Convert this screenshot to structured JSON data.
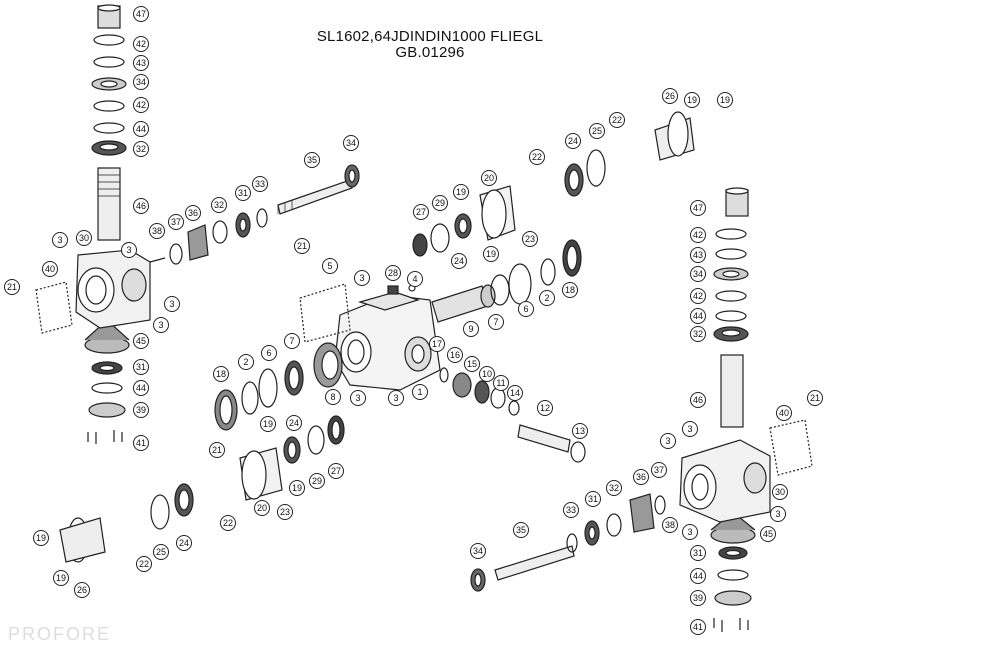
{
  "title_line1": "SL1602,64JDINDIN1000 FLIEGL",
  "title_line2": "GB.01296",
  "watermark": "PROFORE",
  "ink_color": "#222222",
  "callouts": [
    {
      "id": "c1",
      "label": "47"
    },
    {
      "id": "c2",
      "label": "42"
    },
    {
      "id": "c3",
      "label": "43"
    },
    {
      "id": "c4",
      "label": "34"
    },
    {
      "id": "c5",
      "label": "42"
    },
    {
      "id": "c6",
      "label": "44"
    },
    {
      "id": "c7",
      "label": "32"
    },
    {
      "id": "c8",
      "label": "46"
    },
    {
      "id": "c9",
      "label": "3"
    },
    {
      "id": "c10",
      "label": "30"
    },
    {
      "id": "c11",
      "label": "3"
    },
    {
      "id": "c12",
      "label": "40"
    },
    {
      "id": "c13",
      "label": "21"
    },
    {
      "id": "c14",
      "label": "3"
    },
    {
      "id": "c15",
      "label": "3"
    },
    {
      "id": "c16",
      "label": "45"
    },
    {
      "id": "c17",
      "label": "31"
    },
    {
      "id": "c18",
      "label": "44"
    },
    {
      "id": "c19",
      "label": "39"
    },
    {
      "id": "c20",
      "label": "41"
    },
    {
      "id": "c21",
      "label": "38"
    },
    {
      "id": "c22",
      "label": "37"
    },
    {
      "id": "c23",
      "label": "36"
    },
    {
      "id": "c24",
      "label": "32"
    },
    {
      "id": "c25",
      "label": "31"
    },
    {
      "id": "c26",
      "label": "33"
    },
    {
      "id": "c27",
      "label": "35"
    },
    {
      "id": "c28",
      "label": "34"
    },
    {
      "id": "c29",
      "label": "21"
    },
    {
      "id": "c30",
      "label": "5"
    },
    {
      "id": "c31",
      "label": "3"
    },
    {
      "id": "c32",
      "label": "28"
    },
    {
      "id": "c33",
      "label": "4"
    },
    {
      "id": "c34",
      "label": "27"
    },
    {
      "id": "c35",
      "label": "29"
    },
    {
      "id": "c36",
      "label": "19"
    },
    {
      "id": "c37",
      "label": "24"
    },
    {
      "id": "c38",
      "label": "20"
    },
    {
      "id": "c39",
      "label": "19"
    },
    {
      "id": "c40",
      "label": "22"
    },
    {
      "id": "c41",
      "label": "23"
    },
    {
      "id": "c42",
      "label": "24"
    },
    {
      "id": "c43",
      "label": "25"
    },
    {
      "id": "c44",
      "label": "22"
    },
    {
      "id": "c45",
      "label": "26"
    },
    {
      "id": "c46",
      "label": "19"
    },
    {
      "id": "c47",
      "label": "19"
    },
    {
      "id": "c48",
      "label": "7"
    },
    {
      "id": "c49",
      "label": "6"
    },
    {
      "id": "c50",
      "label": "2"
    },
    {
      "id": "c51",
      "label": "18"
    },
    {
      "id": "c52",
      "label": "9"
    },
    {
      "id": "c53",
      "label": "18"
    },
    {
      "id": "c54",
      "label": "2"
    },
    {
      "id": "c55",
      "label": "6"
    },
    {
      "id": "c56",
      "label": "7"
    },
    {
      "id": "c57",
      "label": "8"
    },
    {
      "id": "c58",
      "label": "3"
    },
    {
      "id": "c59",
      "label": "3"
    },
    {
      "id": "c60",
      "label": "1"
    },
    {
      "id": "c61",
      "label": "17"
    },
    {
      "id": "c62",
      "label": "16"
    },
    {
      "id": "c63",
      "label": "15"
    },
    {
      "id": "c64",
      "label": "10"
    },
    {
      "id": "c65",
      "label": "11"
    },
    {
      "id": "c66",
      "label": "14"
    },
    {
      "id": "c67",
      "label": "12"
    },
    {
      "id": "c68",
      "label": "13"
    },
    {
      "id": "c69",
      "label": "19"
    },
    {
      "id": "c70",
      "label": "24"
    },
    {
      "id": "c71",
      "label": "29"
    },
    {
      "id": "c72",
      "label": "27"
    },
    {
      "id": "c73",
      "label": "21"
    },
    {
      "id": "c74",
      "label": "20"
    },
    {
      "id": "c75",
      "label": "19"
    },
    {
      "id": "c76",
      "label": "23"
    },
    {
      "id": "c77",
      "label": "22"
    },
    {
      "id": "c78",
      "label": "25"
    },
    {
      "id": "c79",
      "label": "24"
    },
    {
      "id": "c80",
      "label": "22"
    },
    {
      "id": "c81",
      "label": "19"
    },
    {
      "id": "c82",
      "label": "19"
    },
    {
      "id": "c83",
      "label": "26"
    },
    {
      "id": "c84",
      "label": "47"
    },
    {
      "id": "c85",
      "label": "42"
    },
    {
      "id": "c86",
      "label": "43"
    },
    {
      "id": "c87",
      "label": "34"
    },
    {
      "id": "c88",
      "label": "42"
    },
    {
      "id": "c89",
      "label": "44"
    },
    {
      "id": "c90",
      "label": "32"
    },
    {
      "id": "c91",
      "label": "46"
    },
    {
      "id": "c92",
      "label": "3"
    },
    {
      "id": "c93",
      "label": "3"
    },
    {
      "id": "c94",
      "label": "40"
    },
    {
      "id": "c95",
      "label": "21"
    },
    {
      "id": "c96",
      "label": "37"
    },
    {
      "id": "c97",
      "label": "30"
    },
    {
      "id": "c98",
      "label": "3"
    },
    {
      "id": "c99",
      "label": "36"
    },
    {
      "id": "c100",
      "label": "32"
    },
    {
      "id": "c101",
      "label": "31"
    },
    {
      "id": "c102",
      "label": "33"
    },
    {
      "id": "c103",
      "label": "35"
    },
    {
      "id": "c104",
      "label": "34"
    },
    {
      "id": "c105",
      "label": "38"
    },
    {
      "id": "c106",
      "label": "3"
    },
    {
      "id": "c107",
      "label": "45"
    },
    {
      "id": "c108",
      "label": "31"
    },
    {
      "id": "c109",
      "label": "44"
    },
    {
      "id": "c110",
      "label": "39"
    },
    {
      "id": "c111",
      "label": "41"
    }
  ]
}
